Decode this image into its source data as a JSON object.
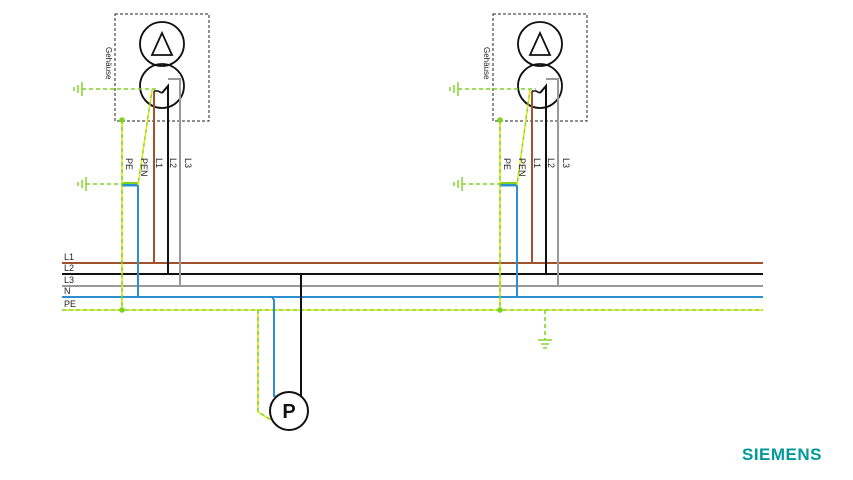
{
  "colors": {
    "L1": "#a0522d",
    "L2": "#111111",
    "L3": "#999999",
    "N": "#2b8fd0",
    "PE": "#7ed321",
    "PE_yellow": "#e6e600",
    "housing": "#222222",
    "logo": "#009999"
  },
  "busbars": {
    "labels": [
      "L1",
      "L2",
      "L3",
      "N",
      "PE"
    ]
  },
  "transformers": [
    {
      "housing_label": "Gehäuse",
      "conductor_labels": [
        "PE",
        "PEN",
        "L1",
        "L2",
        "L3"
      ]
    },
    {
      "housing_label": "Gehäuse",
      "conductor_labels": [
        "PE",
        "PEN",
        "L1",
        "L2",
        "L3"
      ]
    }
  ],
  "load": {
    "label": "P"
  },
  "logo": {
    "text": "SIEMENS"
  }
}
